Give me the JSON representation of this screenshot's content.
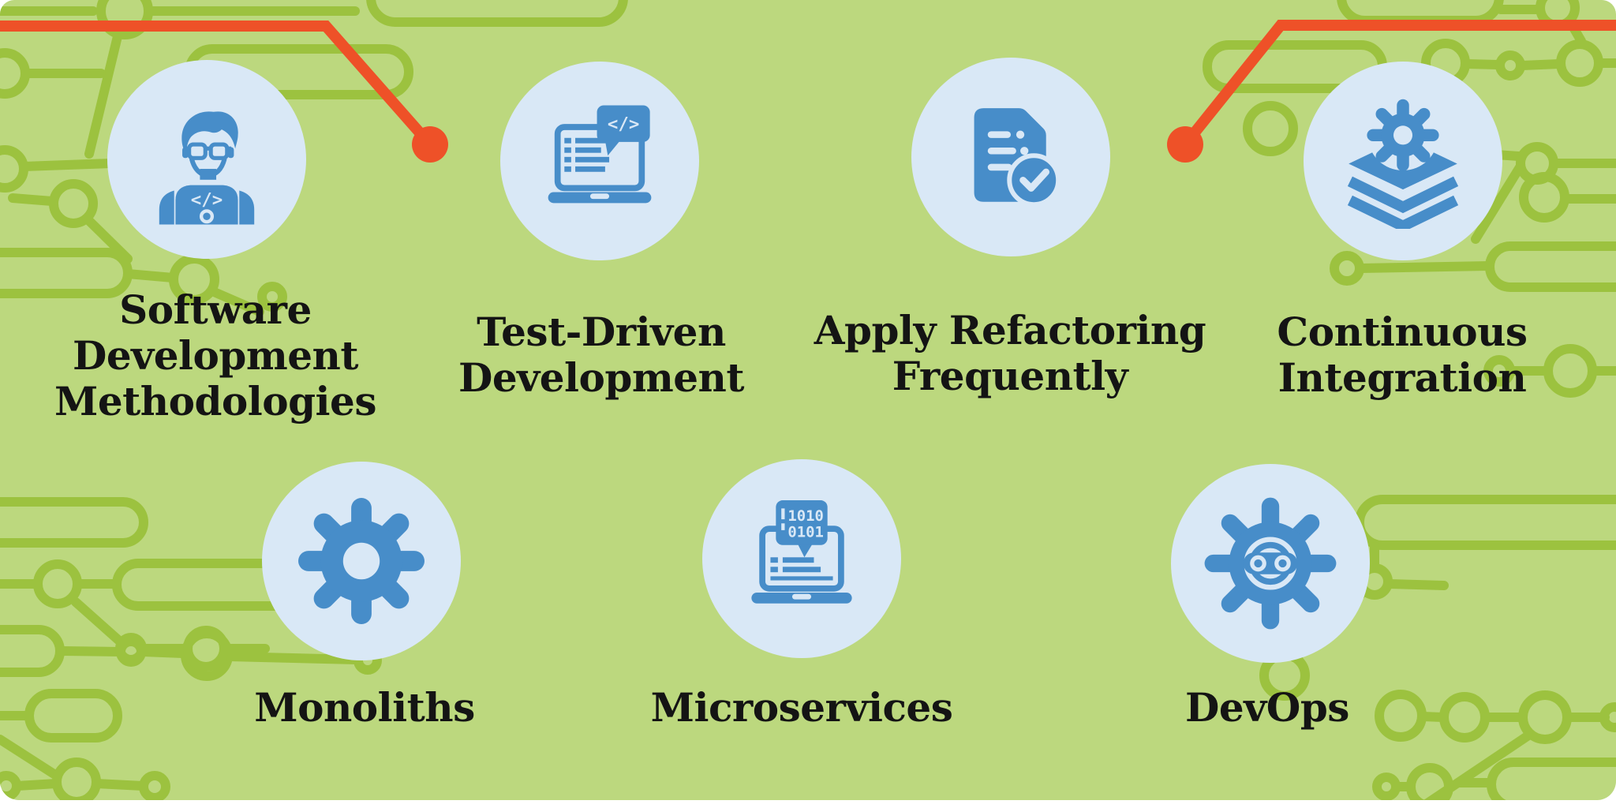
{
  "colors": {
    "card_background": "#bcd87e",
    "circuit_pattern": "#9cc23f",
    "accent_orange": "#ee5128",
    "bubble_fill": "#d9e8f6",
    "icon_blue": "#478dc9",
    "label_text": "#141414",
    "page_background": "#ffffff"
  },
  "items": [
    {
      "label": "Software\nDevelopment\nMethodologies",
      "icon": "developer-icon"
    },
    {
      "label": "Test-Driven\nDevelopment",
      "icon": "laptop-code-icon"
    },
    {
      "label": "Apply Refactoring\nFrequently",
      "icon": "document-check-icon"
    },
    {
      "label": "Continuous\nIntegration",
      "icon": "gear-stack-icon"
    },
    {
      "label": "Monoliths",
      "icon": "gear-icon"
    },
    {
      "label": "Microservices",
      "icon": "laptop-binary-icon"
    },
    {
      "label": "DevOps",
      "icon": "gear-infinity-icon"
    }
  ],
  "icon_texts": {
    "code_tag": "</>",
    "binary_top": "1010",
    "binary_bottom": "0101"
  }
}
